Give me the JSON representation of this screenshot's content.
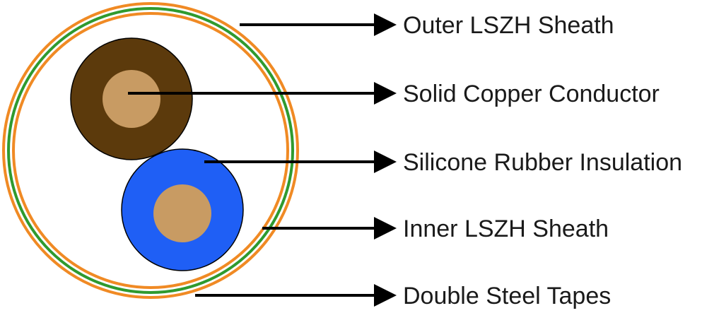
{
  "diagram": {
    "labels": {
      "outer_sheath": "Outer LSZH Sheath",
      "conductor": "Solid Copper Conductor",
      "insulation": "Silicone Rubber Insulation",
      "inner_sheath": "Inner LSZH Sheath",
      "steel_tapes": "Double Steel Tapes"
    },
    "colors": {
      "outer_sheath": "#f08a24",
      "steel_tape": "#2f9a2f",
      "core_brown": "#5c3a0c",
      "core_blue": "#1f5ff5",
      "copper": "#c89b63",
      "arrow": "#000000"
    }
  }
}
